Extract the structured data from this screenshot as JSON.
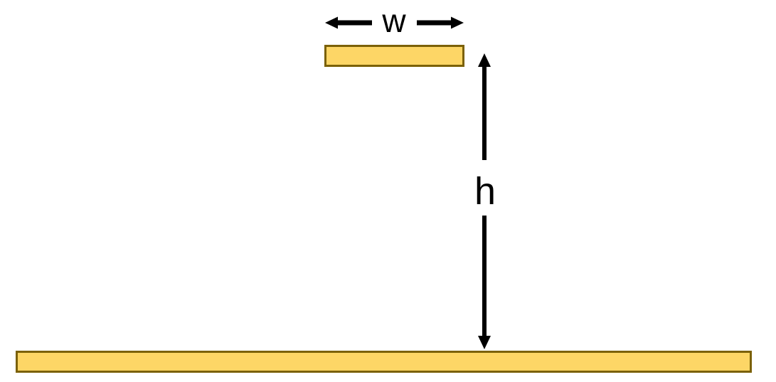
{
  "diagram": {
    "description": "Dimension diagram of a small plate of width w suspended at height h above a ground plane",
    "background": "#ffffff",
    "labels": {
      "width": "w",
      "height": "h"
    },
    "colors": {
      "plate_fill": "#FDD666",
      "plate_border": "#7B6107",
      "arrow": "#000000",
      "label_text": "#000000"
    }
  }
}
